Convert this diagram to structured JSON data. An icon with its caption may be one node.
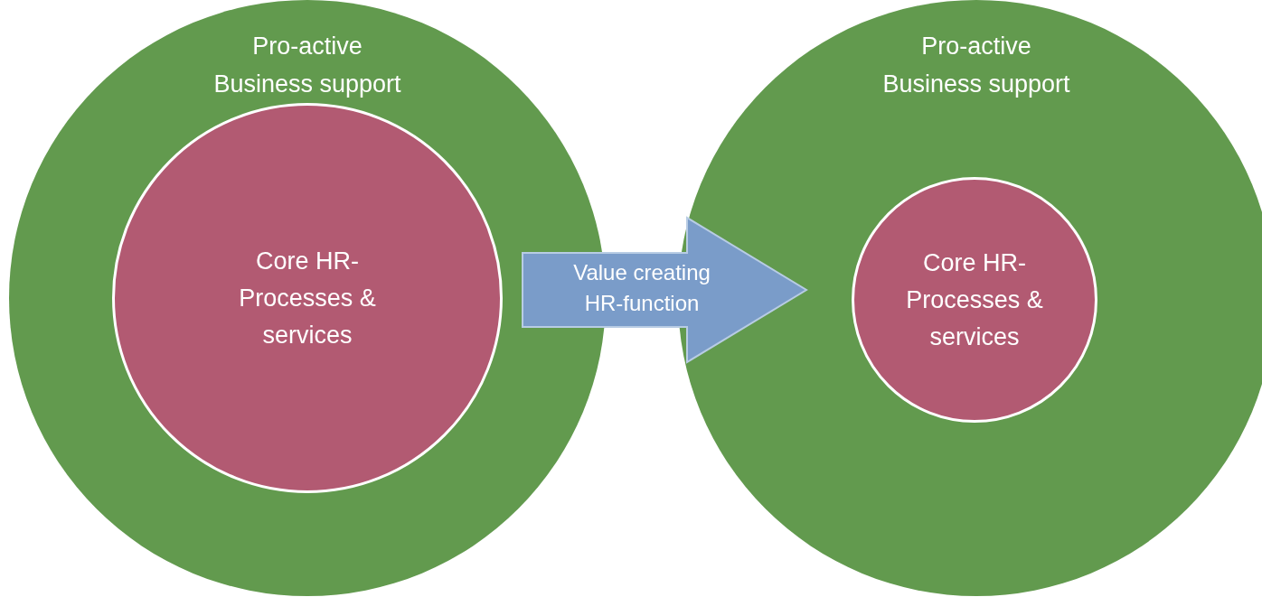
{
  "diagram": {
    "nodes": [
      {
        "text": [
          "Pro-active Business support"
        ]
      },
      {
        "text": [
          "Core HR-Processes & services"
        ],
        "in": 0
      },
      {
        "text": [
          "Pro-active Business support"
        ]
      },
      {
        "text": [
          "Core HR-Processes & services"
        ],
        "in": 2
      }
    ],
    "edges": [
      {
        "from": 0,
        "to": 2,
        "arrow": "to",
        "label": "Value creating HR-function"
      }
    ]
  }
}
